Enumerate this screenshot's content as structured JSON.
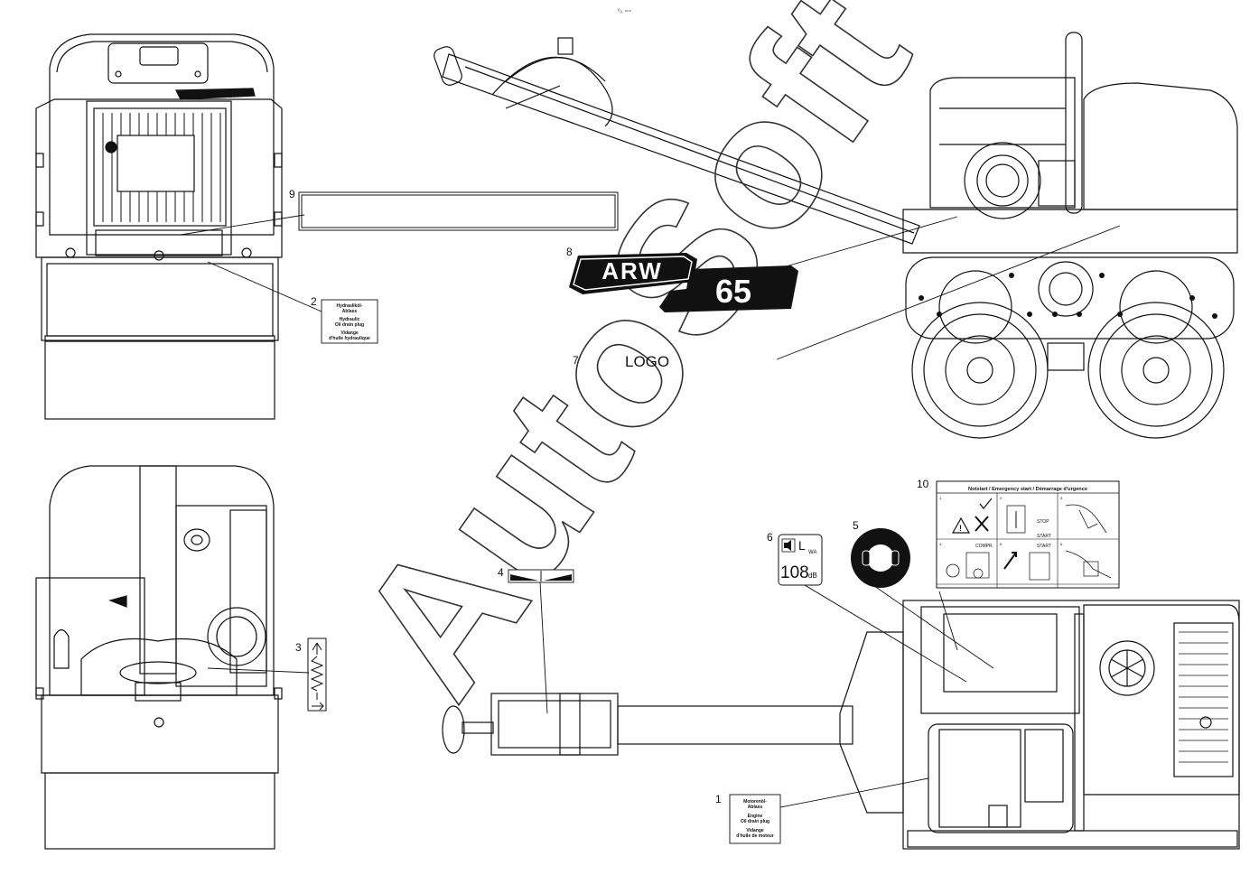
{
  "header_mark": "ᵒ₀ ▫▫▫",
  "watermark": "AutoSoft",
  "callouts": {
    "c1": "1",
    "c2": "2",
    "c3": "3",
    "c4": "4",
    "c5": "5",
    "c6": "6",
    "c7": "7",
    "c8": "8",
    "c9": "9",
    "c10": "10"
  },
  "decals": {
    "model_left": "ARW",
    "model_right": "65",
    "logo": "LOGO",
    "hydraulic_drain": {
      "l1": "Hydrauliköl-",
      "l2": "Ablass",
      "l3": "Hydraulic",
      "l4": "Oil drain plug",
      "l5": "Vidange",
      "l6": "d'huile hydraulique"
    },
    "engine_drain": {
      "l1": "Motorenöl-",
      "l2": "Ablass",
      "l3": "Engine",
      "l4": "Oil drain plug",
      "l5": "Vidange",
      "l6": "d'huile de moteur"
    },
    "noise": {
      "symbol": "L",
      "sub": "WA",
      "value": "108",
      "unit": "dB"
    },
    "emergency": {
      "title": "Notstart / Emergency start / Démarrage d'urgence",
      "stop": "STOP",
      "start": "START",
      "compr": "COMPR.",
      "start2": "START",
      "n1": "1.",
      "n2": "2.",
      "n3": "3.",
      "n4": "4.",
      "n5": "5.",
      "n6": "6."
    }
  }
}
